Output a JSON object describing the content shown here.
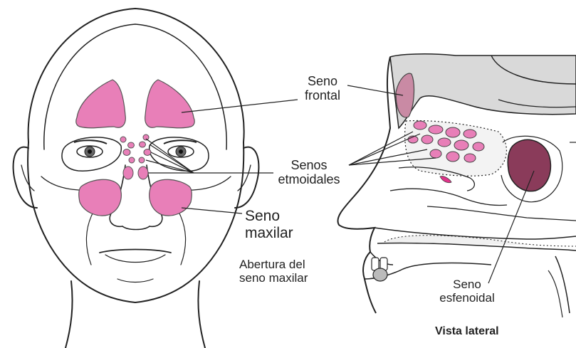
{
  "labels": {
    "seno_frontal": [
      "Seno",
      "frontal"
    ],
    "senos_etmoidales": [
      "Senos",
      "etmoidales"
    ],
    "seno_maxilar": [
      "Seno",
      "maxilar"
    ],
    "abertura": [
      "Abertura del",
      "seno maxilar"
    ],
    "seno_esfenoidal": [
      "Seno",
      "esfenoidal"
    ],
    "vista_lateral": "Vista lateral"
  },
  "colors": {
    "sinus_pink": "#e87fb8",
    "sphenoid_dark": "#8a3b5a",
    "frontal_side": "#c98aa4",
    "bone_gray": "#d9d9d9",
    "line": "#222222"
  }
}
